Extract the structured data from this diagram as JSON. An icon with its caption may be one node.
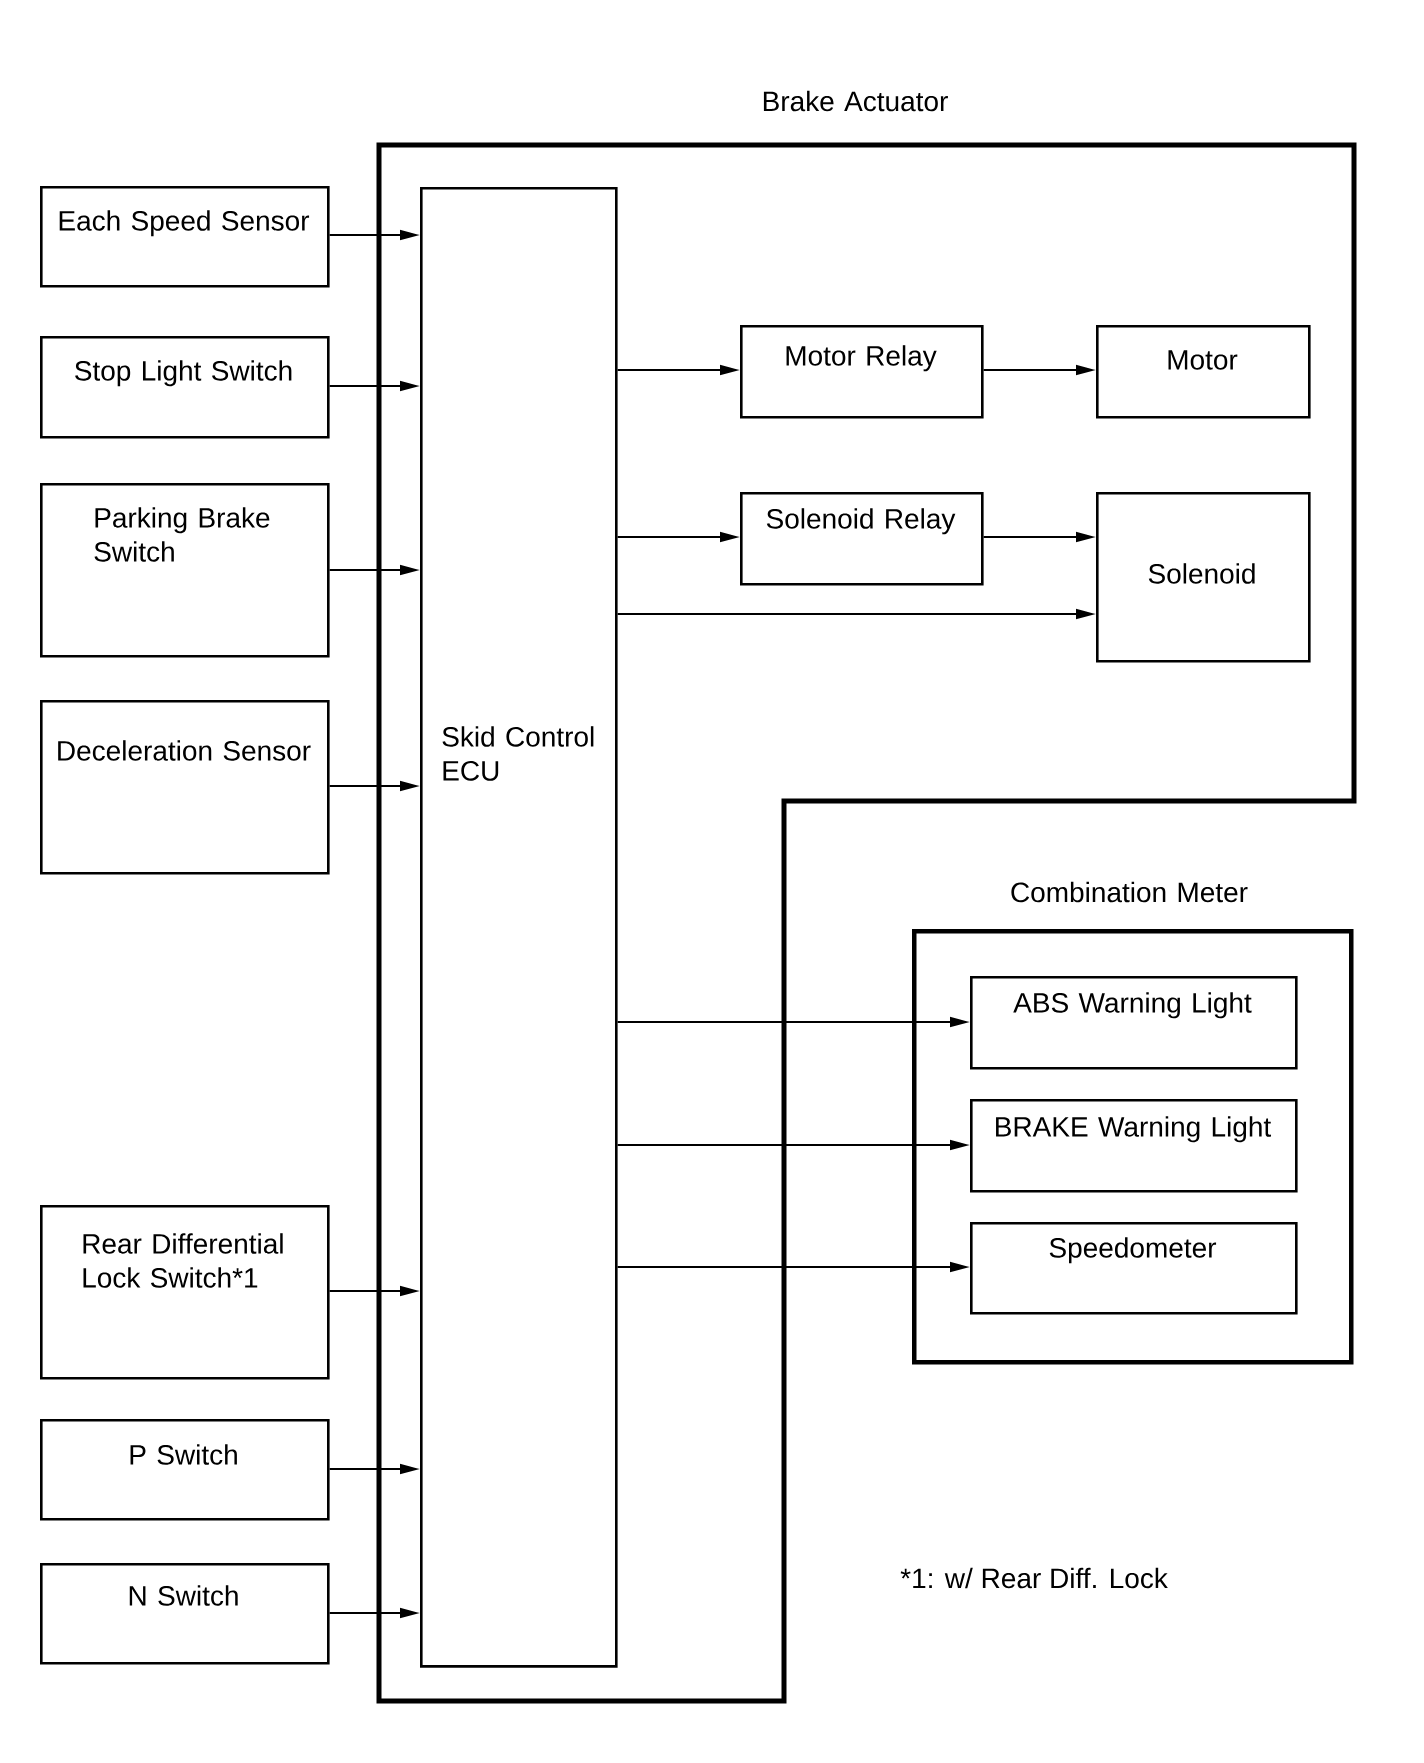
{
  "diagram": {
    "nodes": [
      {
        "text": [
          "Brake Actuator"
        ]
      },
      {
        "text": [
          "Skid Control ECU"
        ],
        "in": 0
      },
      {
        "text": [
          "Motor Relay"
        ],
        "in": 0
      },
      {
        "text": [
          "Motor"
        ],
        "in": 0
      },
      {
        "text": [
          "Solenoid Relay"
        ],
        "in": 0
      },
      {
        "text": [
          "Solenoid"
        ],
        "in": 0
      },
      {
        "text": [
          "Each Speed Sensor"
        ]
      },
      {
        "text": [
          "Stop Light Switch"
        ]
      },
      {
        "text": [
          "Parking Brake Switch"
        ]
      },
      {
        "text": [
          "Deceleration Sensor"
        ]
      },
      {
        "text": [
          "Combination Meter"
        ]
      },
      {
        "text": [
          "ABS Warning Light"
        ],
        "in": 10
      },
      {
        "text": [
          "BRAKE Warning Light"
        ],
        "in": 10
      },
      {
        "text": [
          "Speedometer"
        ],
        "in": 10
      },
      {
        "text": [
          "Rear Differential Lock Switch*1"
        ]
      },
      {
        "text": [
          "P Switch"
        ]
      },
      {
        "text": [
          "N Switch"
        ]
      }
    ],
    "edges": [
      {
        "from": 6,
        "to": 1,
        "arrow": "to"
      },
      {
        "from": 7,
        "to": 1,
        "arrow": "to"
      },
      {
        "from": 8,
        "to": 1,
        "arrow": "to"
      },
      {
        "from": 9,
        "to": 1,
        "arrow": "to"
      },
      {
        "from": 14,
        "to": 1,
        "arrow": "to"
      },
      {
        "from": 15,
        "to": 1,
        "arrow": "to"
      },
      {
        "from": 16,
        "to": 1,
        "arrow": "to"
      },
      {
        "from": 1,
        "to": 2,
        "arrow": "to"
      },
      {
        "from": 2,
        "to": 3,
        "arrow": "to"
      },
      {
        "from": 1,
        "to": 4,
        "arrow": "to"
      },
      {
        "from": 4,
        "to": 5,
        "arrow": "to"
      },
      {
        "from": 1,
        "to": 5,
        "arrow": "to"
      },
      {
        "from": 1,
        "to": 11,
        "arrow": "to"
      },
      {
        "from": 1,
        "to": 12,
        "arrow": "to"
      },
      {
        "from": 1,
        "to": 13,
        "arrow": "to"
      }
    ],
    "labels": [
      "*1: w/ Rear Diff. Lock"
    ]
  }
}
